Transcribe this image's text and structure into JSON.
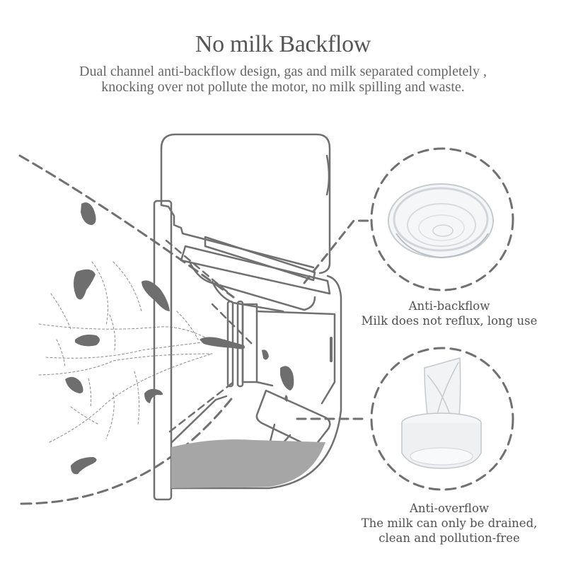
{
  "header": {
    "title": "No milk Backflow",
    "subtitle_lines": [
      "Dual channel anti-backflow design, gas and milk separated completely ,",
      "knocking over not pollute the motor, no milk spilling and waste."
    ]
  },
  "callouts": [
    {
      "name": "Anti-backflow",
      "description": "Milk does not reflux, long use",
      "image": "diaphragm-disc-icon"
    },
    {
      "name": "Anti-overflow",
      "description_lines": [
        "The milk can only be drained,",
        "clean and pollution-free"
      ],
      "image": "duckbill-valve-icon"
    }
  ],
  "colors": {
    "stroke": "#707070",
    "fill_dark": "#6e6e6e",
    "milk_fill": "#a6a6a6",
    "text": "#555555"
  }
}
